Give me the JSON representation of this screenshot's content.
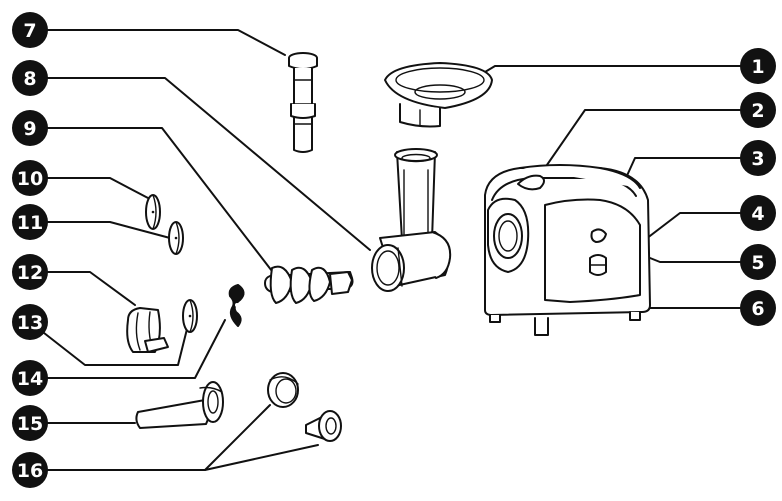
{
  "colors": {
    "ink": "#111111",
    "paper": "#ffffff"
  },
  "labels": [
    {
      "id": "1",
      "text": "1"
    },
    {
      "id": "2",
      "text": "2"
    },
    {
      "id": "3",
      "text": "3"
    },
    {
      "id": "4",
      "text": "4"
    },
    {
      "id": "5",
      "text": "5"
    },
    {
      "id": "6",
      "text": "6"
    },
    {
      "id": "7",
      "text": "7"
    },
    {
      "id": "8",
      "text": "8"
    },
    {
      "id": "9",
      "text": "9"
    },
    {
      "id": "10",
      "text": "10"
    },
    {
      "id": "11",
      "text": "11"
    },
    {
      "id": "12",
      "text": "12"
    },
    {
      "id": "13",
      "text": "13"
    },
    {
      "id": "14",
      "text": "14"
    },
    {
      "id": "15",
      "text": "15"
    },
    {
      "id": "16",
      "text": "16"
    }
  ]
}
